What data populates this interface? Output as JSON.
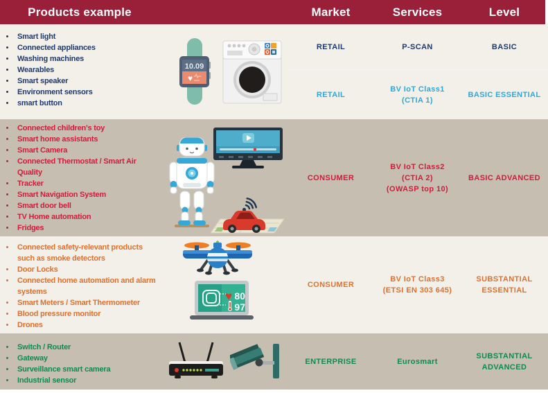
{
  "colors": {
    "header_bg": "#9a1f39",
    "row_light_bg": "#f2f0e9",
    "row_dark_bg": "#c7beb2",
    "navy": "#1e3a6e",
    "light_blue": "#29a8e0",
    "crimson": "#d31a3b",
    "orange": "#e0702e",
    "green": "#0c8a50"
  },
  "header": {
    "products_label": "Products example",
    "market_label": "Market",
    "services_label": "Services",
    "level_label": "Level"
  },
  "rows": [
    {
      "products": [
        "Smart light",
        "Connected appliances",
        "Washing machines",
        "Wearables",
        "Smart speaker",
        "Environment sensors",
        "smart button"
      ],
      "illustrations": [
        "smartwatch",
        "washing-machine"
      ],
      "entries": [
        {
          "market": "RETAIL",
          "services": "P-SCAN",
          "level": "BASIC"
        },
        {
          "market": "RETAIL",
          "services": "BV IoT Class1\n(CTIA 1)",
          "level": "BASIC ESSENTIAL"
        }
      ]
    },
    {
      "products": [
        "Connected children's toy",
        "Smart home assistants",
        "Smart Camera",
        "Connected Thermostat / Smart Air Quality",
        "Tracker",
        "Smart Navigation System",
        "Smart door bell",
        "TV Home automation",
        "Fridges"
      ],
      "illustrations": [
        "robot",
        "smart-tv",
        "connected-car-map"
      ],
      "entries": [
        {
          "market": "CONSUMER",
          "services": "BV IoT Class2\n(CTIA 2)\n(OWASP top 10)",
          "level": "BASIC ADVANCED"
        }
      ]
    },
    {
      "products": [
        "Connected safety-relevant products such as smoke detectors",
        "Door Locks",
        "Connected home automation and alarm systems",
        "Smart Meters / Smart Thermometer",
        "Blood pressure monitor",
        "Drones"
      ],
      "illustrations": [
        "drone",
        "health-monitor-laptop"
      ],
      "entries": [
        {
          "market": "CONSUMER",
          "services": "BV IoT Class3\n(ETSI EN 303 645)",
          "level": "SUBSTANTIAL\nESSENTIAL"
        }
      ]
    },
    {
      "products": [
        "Switch / Router",
        "Gateway",
        "Surveillance smart camera",
        "Industrial sensor"
      ],
      "illustrations": [
        "router",
        "surveillance-camera"
      ],
      "entries": [
        {
          "market": "ENTERPRISE",
          "services": "Eurosmart",
          "level": "SUBSTANTIAL\nADVANCED"
        }
      ]
    }
  ],
  "illustration_text": {
    "watch_time": "10.09",
    "heart_rate": "80",
    "temperature": "97"
  }
}
